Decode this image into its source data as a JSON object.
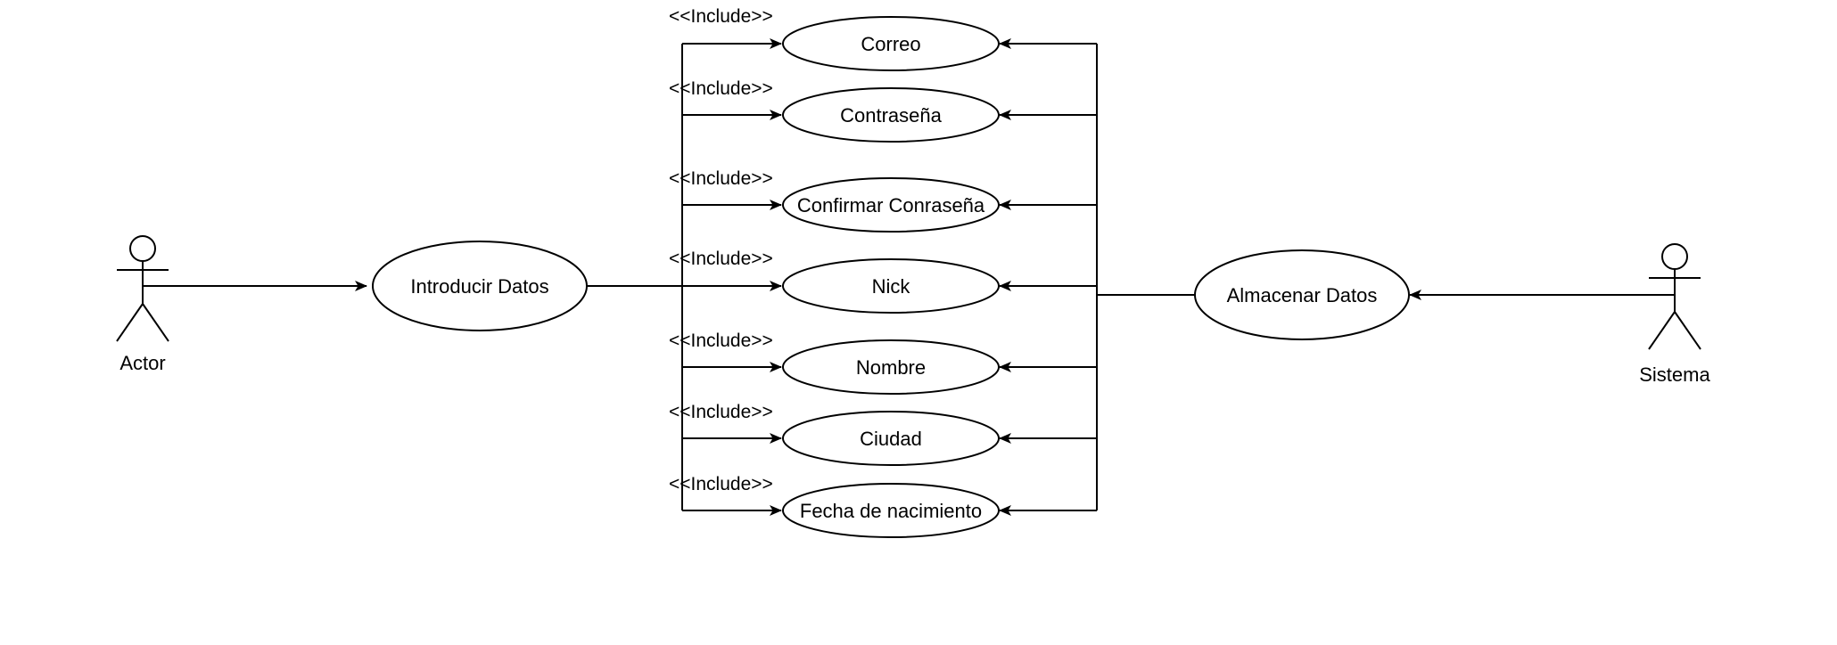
{
  "actors": {
    "left": {
      "label": "Actor"
    },
    "right": {
      "label": "Sistema"
    }
  },
  "use_cases": {
    "introducir": "Introducir Datos",
    "almacenar": "Almacenar Datos",
    "fields": [
      {
        "label": "Correo",
        "stereotype": "<<Include>>"
      },
      {
        "label": "Contraseña",
        "stereotype": "<<Include>>"
      },
      {
        "label": "Confirmar Conraseña",
        "stereotype": "<<Include>>"
      },
      {
        "label": "Nick",
        "stereotype": "<<Include>>"
      },
      {
        "label": "Nombre",
        "stereotype": "<<Include>>"
      },
      {
        "label": "Ciudad",
        "stereotype": "<<Include>>"
      },
      {
        "label": "Fecha de nacimiento",
        "stereotype": "<<Include>>"
      }
    ]
  },
  "colors": {
    "stroke": "#000000",
    "fill": "#ffffff",
    "text": "#000000"
  }
}
